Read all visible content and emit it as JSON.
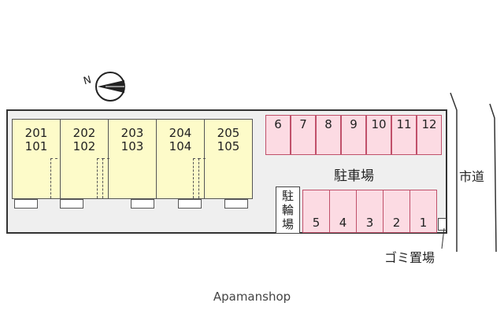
{
  "units": [
    {
      "upper": "201",
      "lower": "101"
    },
    {
      "upper": "202",
      "lower": "102"
    },
    {
      "upper": "203",
      "lower": "103"
    },
    {
      "upper": "204",
      "lower": "104"
    },
    {
      "upper": "205",
      "lower": "105"
    }
  ],
  "parking_top": [
    "6",
    "7",
    "8",
    "9",
    "10",
    "11",
    "12"
  ],
  "parking_bottom": [
    "5",
    "4",
    "3",
    "2",
    "1"
  ],
  "parking_label": "駐車場",
  "bicycle_label": [
    "駐",
    "輪",
    "場"
  ],
  "garbage_label": "ゴミ置場",
  "road_label": "市道",
  "compass_label": "N",
  "footer": "Apamanshop",
  "colors": {
    "unit_fill": "#fdfbc9",
    "parking_fill": "#fcdbe3",
    "parking_border": "#c0506a",
    "lot_fill": "#efefef"
  }
}
